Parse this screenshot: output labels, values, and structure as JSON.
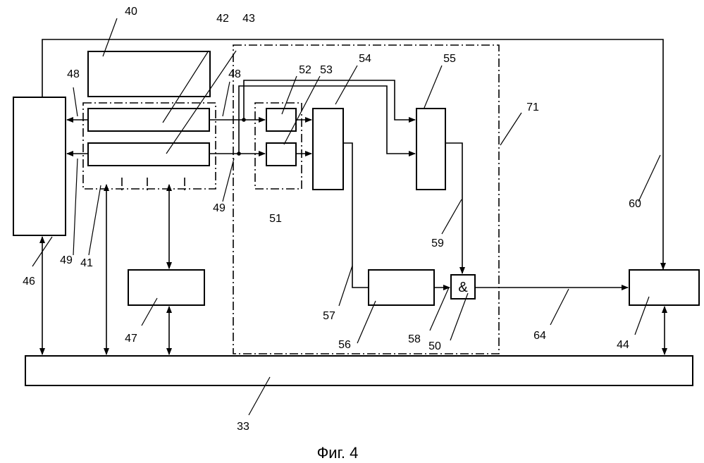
{
  "caption": "Фиг. 4",
  "and_gate_symbol": "&",
  "labels": {
    "l33": "33",
    "l40": "40",
    "l41": "41",
    "l42": "42",
    "l43": "43",
    "l44": "44",
    "l46": "46",
    "l47": "47",
    "l48a": "48",
    "l48b": "48",
    "l49a": "49",
    "l49b": "49",
    "l50": "50",
    "l51": "51",
    "l52": "52",
    "l53": "53",
    "l54": "54",
    "l55": "55",
    "l56": "56",
    "l57": "57",
    "l58": "58",
    "l59": "59",
    "l60": "60",
    "l64": "64",
    "l71": "71"
  }
}
